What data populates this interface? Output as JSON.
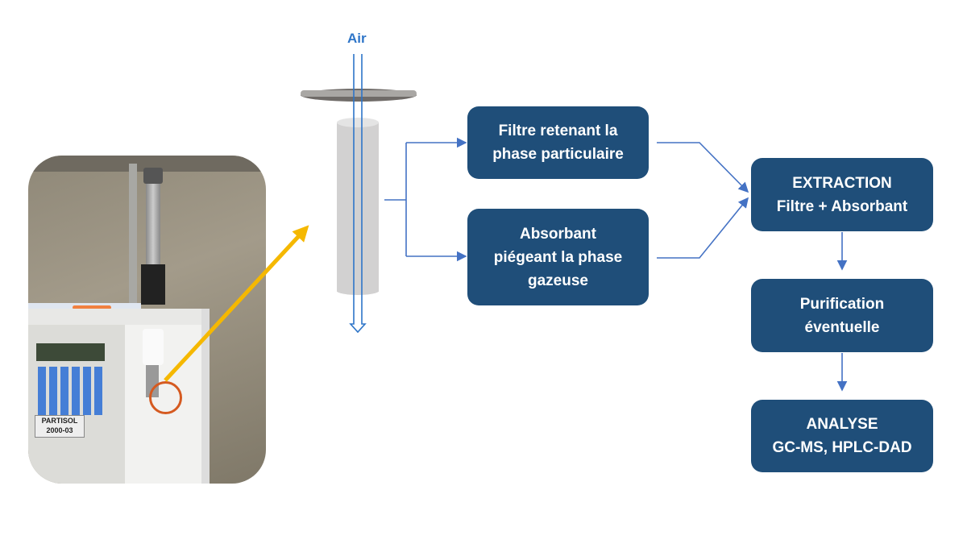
{
  "air_label": "Air",
  "boxes": {
    "filter": "Filtre retenant la\nphase particulaire",
    "absorbent": "Absorbant\npiégeant la phase\ngazeuse",
    "extraction": "EXTRACTION\nFiltre + Absorbant",
    "purification": "Purification\néventuelle",
    "analysis": "ANALYSE\nGC-MS, HPLC-DAD"
  },
  "photo": {
    "device_label": "PARTISOL\n2000-03"
  },
  "colors": {
    "box": "#1f4e79",
    "arrow": "#4472c4",
    "pointer_arrow": "#f5b800",
    "air": "#2e75c8"
  }
}
